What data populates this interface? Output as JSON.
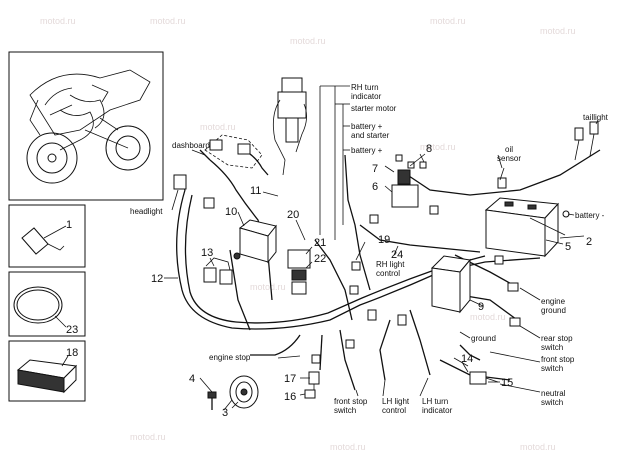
{
  "watermark": "motod.ru",
  "labels": {
    "rh_turn_indicator": [
      "RH turn",
      "indicator"
    ],
    "starter_motor": "starter motor",
    "battery_plus_and_starter": [
      "battery +",
      "and starter"
    ],
    "battery_plus": "battery +",
    "oil_sensor": [
      "oil",
      "sensor"
    ],
    "taillight": "taillight",
    "battery_minus": "battery -",
    "dashboard": "dashboard",
    "headlight": "headlight",
    "rh_light_control": [
      "RH light",
      "control"
    ],
    "engine_ground": [
      "engine",
      "ground"
    ],
    "ground": "ground",
    "rear_stop_switch": [
      "rear stop",
      "switch"
    ],
    "front_stop_switch_right": [
      "front stop",
      "switch"
    ],
    "neutral_switch": [
      "neutral",
      "switch"
    ],
    "engine_stop": "engine stop",
    "front_stop_switch_bottom": [
      "front stop",
      "switch"
    ],
    "lh_light_control": [
      "LH light",
      "control"
    ],
    "lh_turn_indicator": [
      "LH turn",
      "indicator"
    ]
  },
  "part_numbers": {
    "n1": "1",
    "n2": "2",
    "n3": "3",
    "n4": "4",
    "n5": "5",
    "n6": "6",
    "n7": "7",
    "n8": "8",
    "n9": "9",
    "n10": "10",
    "n11": "11",
    "n12": "12",
    "n13": "13",
    "n14": "14",
    "n15": "15",
    "n16": "16",
    "n17": "17",
    "n18": "18",
    "n19": "19",
    "n20": "20",
    "n21": "21",
    "n22": "22",
    "n23": "23",
    "n24": "24"
  }
}
